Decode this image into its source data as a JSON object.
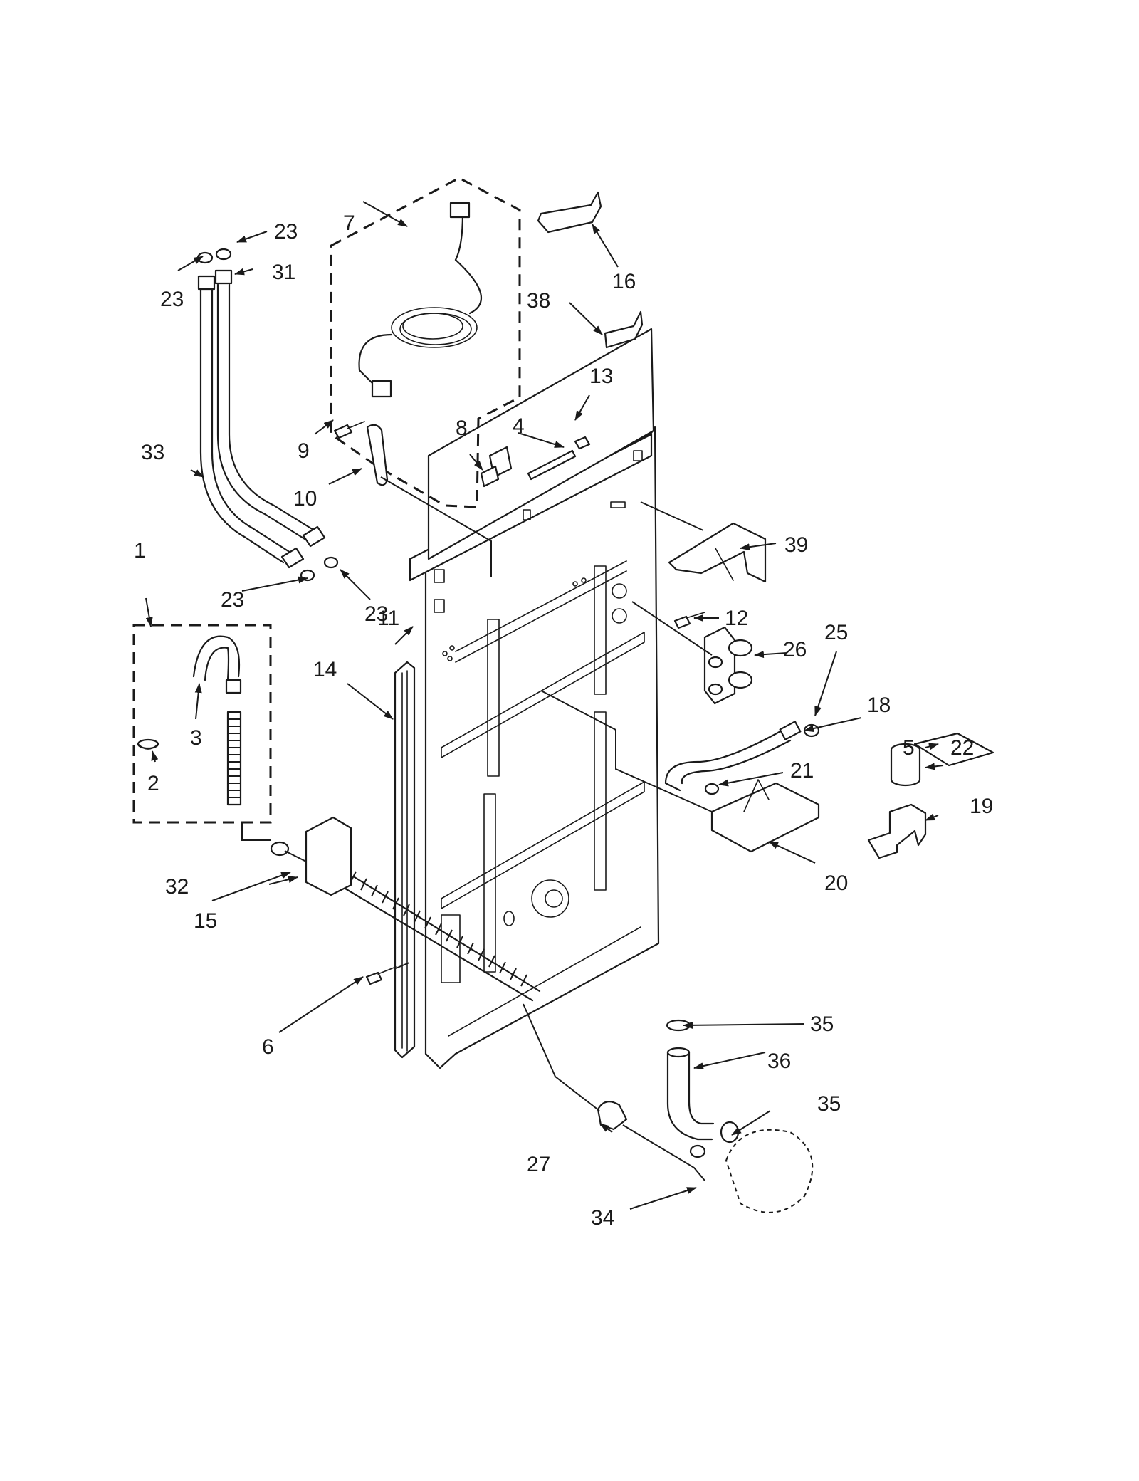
{
  "labels": {
    "1": "1",
    "2": "2",
    "3": "3",
    "4": "4",
    "5": "5",
    "6": "6",
    "7": "7",
    "8": "8",
    "9": "9",
    "10": "10",
    "11": "11",
    "12": "12",
    "13": "13",
    "14": "14",
    "15": "15",
    "16": "16",
    "18": "18",
    "19": "19",
    "20": "20",
    "21": "21",
    "22": "22",
    "23": "23",
    "25": "25",
    "26": "26",
    "27": "27",
    "31": "31",
    "32": "32",
    "33": "33",
    "34": "34",
    "35": "35",
    "36": "36",
    "38": "38",
    "39": "39"
  }
}
